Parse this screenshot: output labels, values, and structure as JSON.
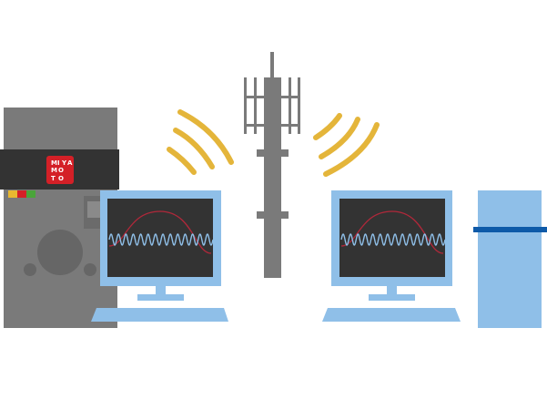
{
  "colors": {
    "background": "#ffffff",
    "cabinet_gray": "#7a7a7a",
    "cabinet_dark_panel": "#333333",
    "logo_red": "#d42027",
    "indicator_yellow": "#e9b830",
    "indicator_red": "#d42027",
    "indicator_green": "#4aa43a",
    "tower_gray": "#7a7a7a",
    "signal_yellow": "#e4b53a",
    "monitor_blue": "#8fbfe8",
    "screen_dark": "#333333",
    "wave_blue": "#8fbfe8",
    "wave_red": "#b0283a",
    "stripe_blue": "#0e5aa8"
  },
  "logo": {
    "icon": "miyamoto-logo-icon",
    "letters": [
      "M",
      "I",
      "Y",
      "A",
      "M",
      "O",
      "T",
      "O"
    ]
  },
  "icons": [
    "equipment-cabinet-icon",
    "cell-tower-icon",
    "wireless-signal-icon",
    "computer-monitor-icon",
    "server-box-icon"
  ]
}
